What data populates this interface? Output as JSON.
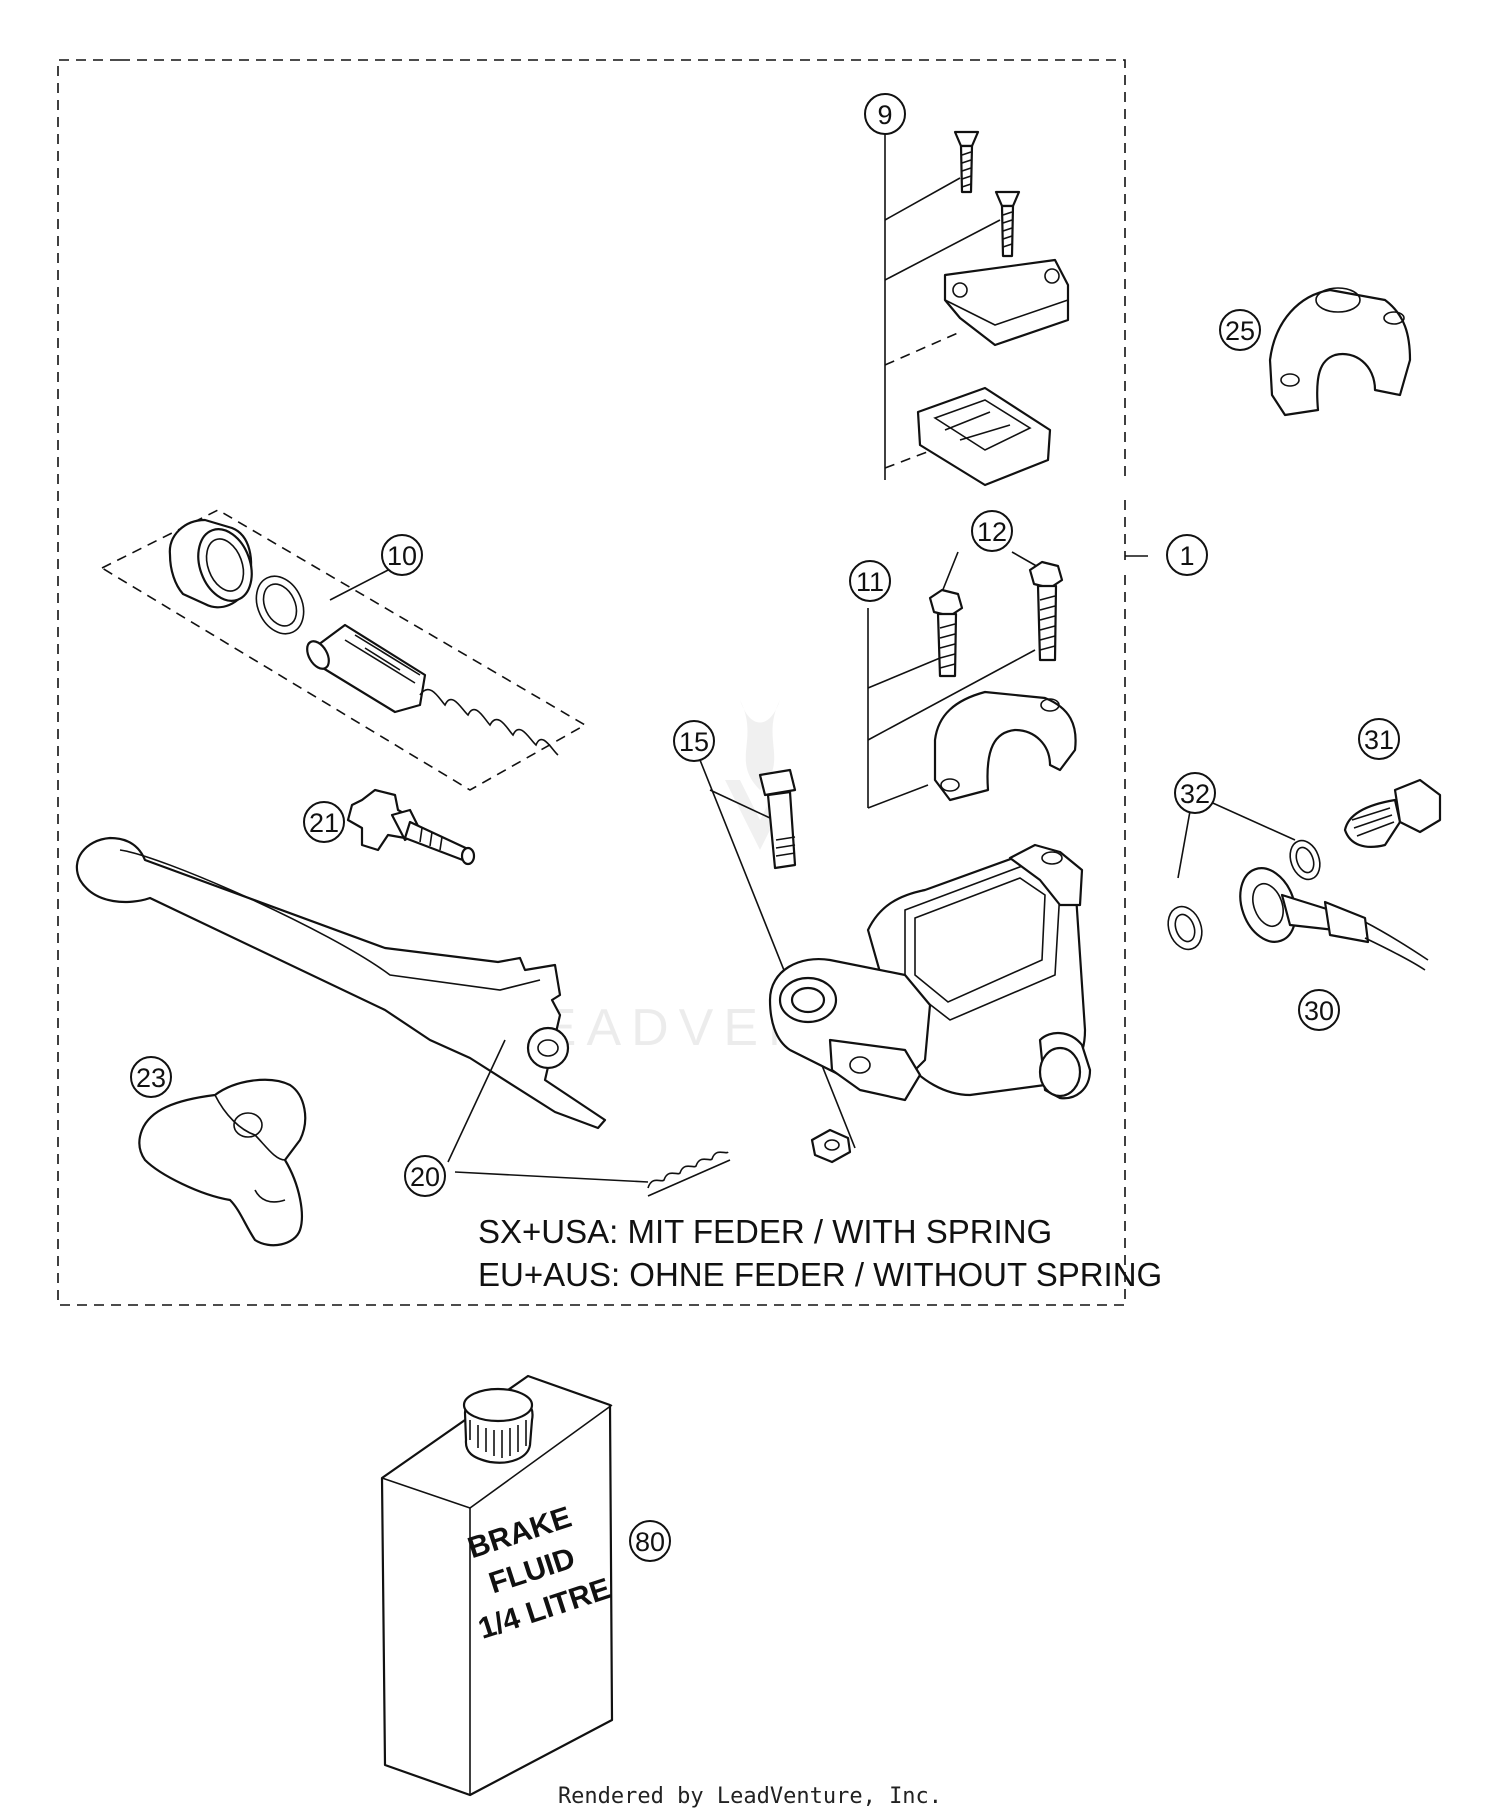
{
  "callouts": [
    {
      "id": "c1",
      "label": "1"
    },
    {
      "id": "c9",
      "label": "9"
    },
    {
      "id": "c10",
      "label": "10"
    },
    {
      "id": "c11",
      "label": "11"
    },
    {
      "id": "c12",
      "label": "12"
    },
    {
      "id": "c15",
      "label": "15"
    },
    {
      "id": "c20",
      "label": "20"
    },
    {
      "id": "c21",
      "label": "21"
    },
    {
      "id": "c23",
      "label": "23"
    },
    {
      "id": "c25",
      "label": "25"
    },
    {
      "id": "c30",
      "label": "30"
    },
    {
      "id": "c31",
      "label": "31"
    },
    {
      "id": "c32",
      "label": "32"
    },
    {
      "id": "c80",
      "label": "80"
    }
  ],
  "note": {
    "line1": "SX+USA:  MIT FEDER / WITH SPRING",
    "line2": "EU+AUS:  OHNE FEDER / WITHOUT SPRING"
  },
  "can_label": {
    "line1": "BRAKE",
    "line2": "FLUID",
    "line3": "1/4 LITRE"
  },
  "watermark": "LEADVENTURE",
  "footer": "Rendered by LeadVenture, Inc."
}
